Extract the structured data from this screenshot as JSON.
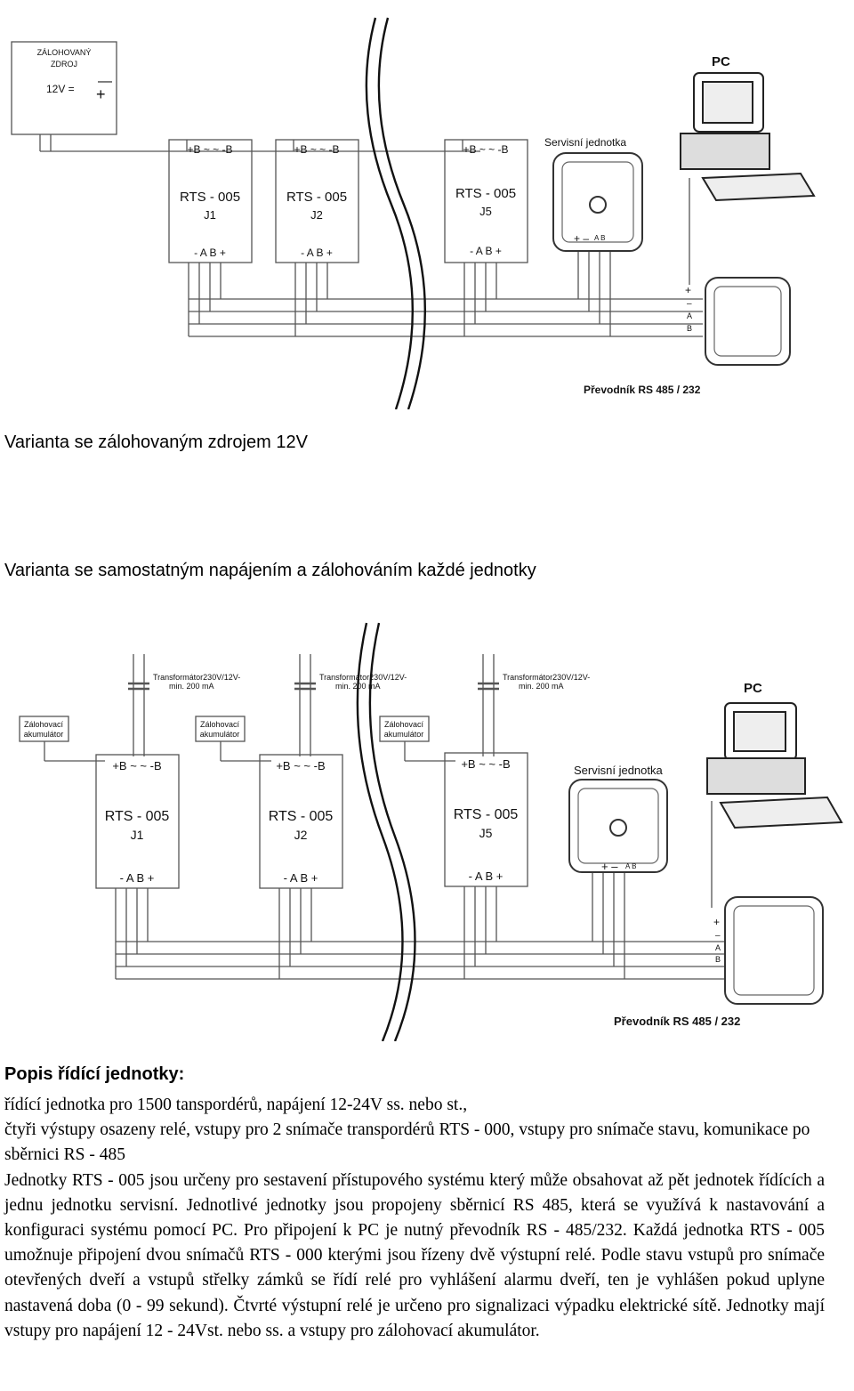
{
  "diagram1": {
    "backup_supply": {
      "line1": "ZÁLOHOVANÝ",
      "line2": "ZDROJ",
      "voltage": "12V ="
    },
    "units": [
      {
        "terminals_top": "+B ~ ~ -B",
        "model": "RTS - 005",
        "id": "J1",
        "terminals_bottom": "- A B +"
      },
      {
        "terminals_top": "+B ~ ~ -B",
        "model": "RTS - 005",
        "id": "J2",
        "terminals_bottom": "- A B +"
      },
      {
        "terminals_top": "+B ~ ~ -B",
        "model": "RTS - 005",
        "id": "J5",
        "terminals_bottom": "- A B +"
      }
    ],
    "service_unit": {
      "label": "Servisní jednotka",
      "terminals": "+ –",
      "terminals_ab": "A B"
    },
    "pc_label": "PC",
    "converter": {
      "label": "Převodník RS 485 / 232",
      "terminals": [
        "+",
        "–",
        "A",
        "B"
      ]
    }
  },
  "heading1": "Varianta se zálohovaným zdrojem 12V",
  "heading2": "Varianta se samostatným napájením a zálohováním každé jednotky",
  "diagram2": {
    "transformer": {
      "line1": "Transformátor230V/12V-",
      "line2": "min. 200 mA"
    },
    "battery": {
      "line1": "Zálohovací",
      "line2": "akumulátor"
    },
    "units": [
      {
        "terminals_top": "+B ~ ~ -B",
        "model": "RTS - 005",
        "id": "J1",
        "terminals_bottom": "- A B +"
      },
      {
        "terminals_top": "+B ~ ~ -B",
        "model": "RTS - 005",
        "id": "J2",
        "terminals_bottom": "- A B +"
      },
      {
        "terminals_top": "+B ~ ~ -B",
        "model": "RTS - 005",
        "id": "J5",
        "terminals_bottom": "- A B +"
      }
    ],
    "service_unit": {
      "label": "Servisní jednotka",
      "terminals": "+ –",
      "terminals_ab": "A B"
    },
    "pc_label": "PC",
    "converter": {
      "label": "Převodník RS 485 / 232",
      "terminals": [
        "+",
        "–",
        "A",
        "B"
      ]
    }
  },
  "description": {
    "title": "Popis řídící jednotky:",
    "line1": "řídící jednotka pro 1500 tanspordérů, napájení 12-24V ss. nebo st.,",
    "line2": "čtyři výstupy osazeny relé, vstupy pro 2 snímače transpordérů RTS - 000, vstupy pro snímače stavu, komunikace po sběrnici RS - 485",
    "paragraph": "Jednotky RTS - 005 jsou určeny pro sestavení přístupového systému který může obsahovat až pět jednotek řídících a jednu jednotku servisní. Jednotlivé jednotky jsou propojeny sběrnicí RS 485, která se využívá k nastavování a konfiguraci systému pomocí PC. Pro připojení k PC je nutný převodník RS - 485/232. Každá jednotka RTS - 005 umožnuje připojení dvou snímačů RTS - 000 kterými jsou řízeny dvě výstupní relé. Podle stavu vstupů pro snímače otevřených dveří a vstupů střelky zámků se řídí relé pro vyhlášení alarmu dveří, ten je vyhlášen pokud uplyne nastavená doba (0 - 99 sekund). Čtvrté výstupní relé je určeno pro signalizaci výpadku elektrické sítě. Jednotky mají vstupy pro napájení 12 - 24Vst. nebo ss. a vstupy pro zálohovací akumulátor."
  }
}
